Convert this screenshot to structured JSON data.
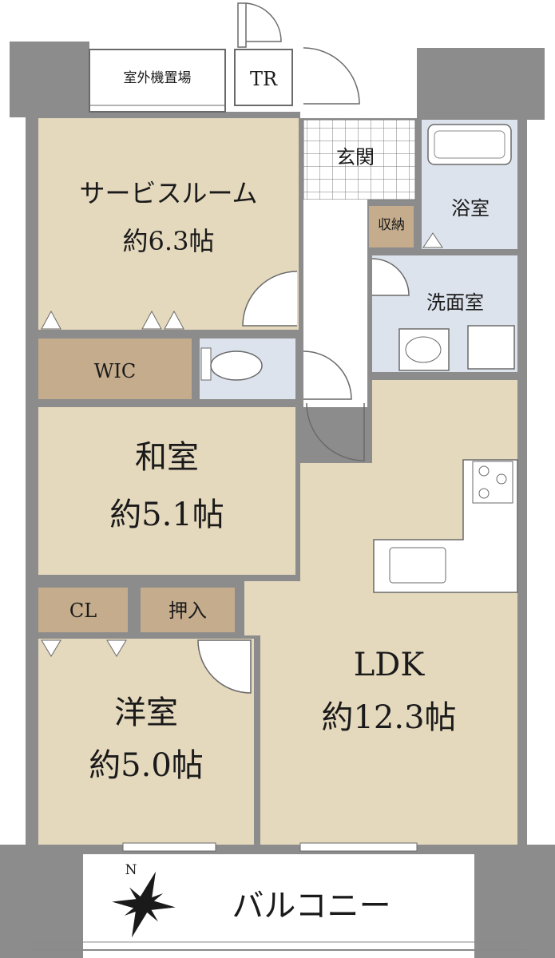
{
  "rooms": {
    "service_room": {
      "name": "サービスルーム",
      "area": "約6.3帖"
    },
    "washitsu": {
      "name": "和室",
      "area": "約5.1帖"
    },
    "yoshitsu": {
      "name": "洋室",
      "area": "約5.0帖"
    },
    "ldk": {
      "name": "LDK",
      "area": "約12.3帖"
    },
    "wic": "WIC",
    "cl": "CL",
    "oshiire": "押入",
    "genkan": "玄関",
    "yokushitsu": "浴室",
    "shuno": "収納",
    "senmenshitsu": "洗面室",
    "outdoor_unit": "室外機置場",
    "tr": "TR",
    "balcony": "バルコニー"
  },
  "compass": {
    "label": "N"
  },
  "colors": {
    "wall": "#8c8c8c",
    "room_beige": "#e4d8bd",
    "storage_brown": "#c4ac8c",
    "wet_blue": "#dde3ec",
    "tile_grid": "#7a7a7a",
    "line": "#6a6a6a"
  }
}
